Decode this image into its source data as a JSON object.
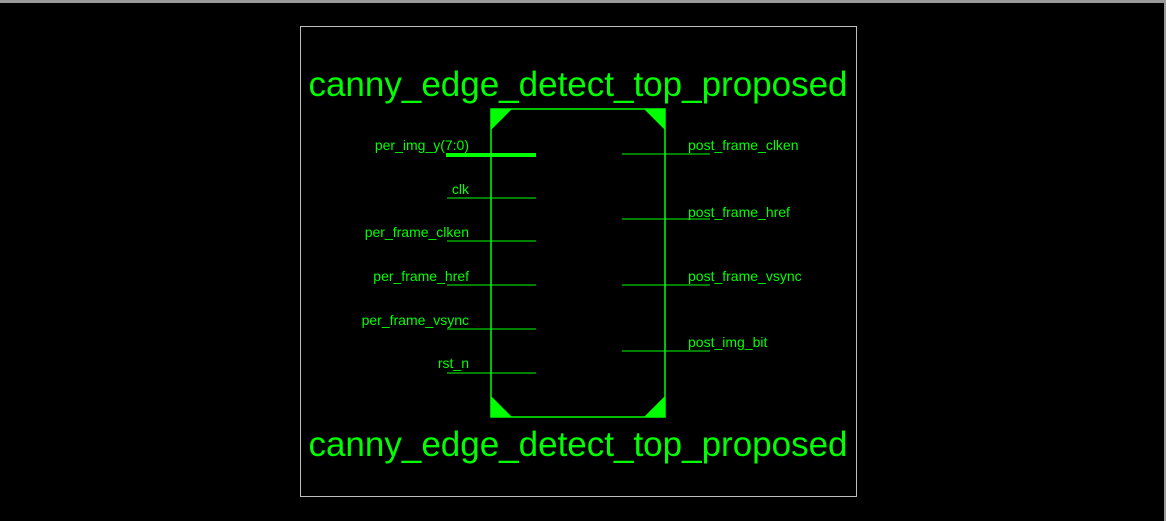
{
  "component": {
    "name_top": "canny_edge_detect_top_proposed",
    "name_bottom": "canny_edge_detect_top_proposed"
  },
  "colors": {
    "wire": "#00ff00",
    "frame": "#bfbfbf",
    "background": "#000000"
  },
  "inputs": [
    {
      "name": "per_img_y(7:0)",
      "bus": true
    },
    {
      "name": "clk",
      "bus": false
    },
    {
      "name": "per_frame_clken",
      "bus": false
    },
    {
      "name": "per_frame_href",
      "bus": false
    },
    {
      "name": "per_frame_vsync",
      "bus": false
    },
    {
      "name": "rst_n",
      "bus": false
    }
  ],
  "outputs": [
    {
      "name": "post_frame_clken",
      "bus": false
    },
    {
      "name": "post_frame_href",
      "bus": false
    },
    {
      "name": "post_frame_vsync",
      "bus": false
    },
    {
      "name": "post_img_bit",
      "bus": false
    }
  ]
}
